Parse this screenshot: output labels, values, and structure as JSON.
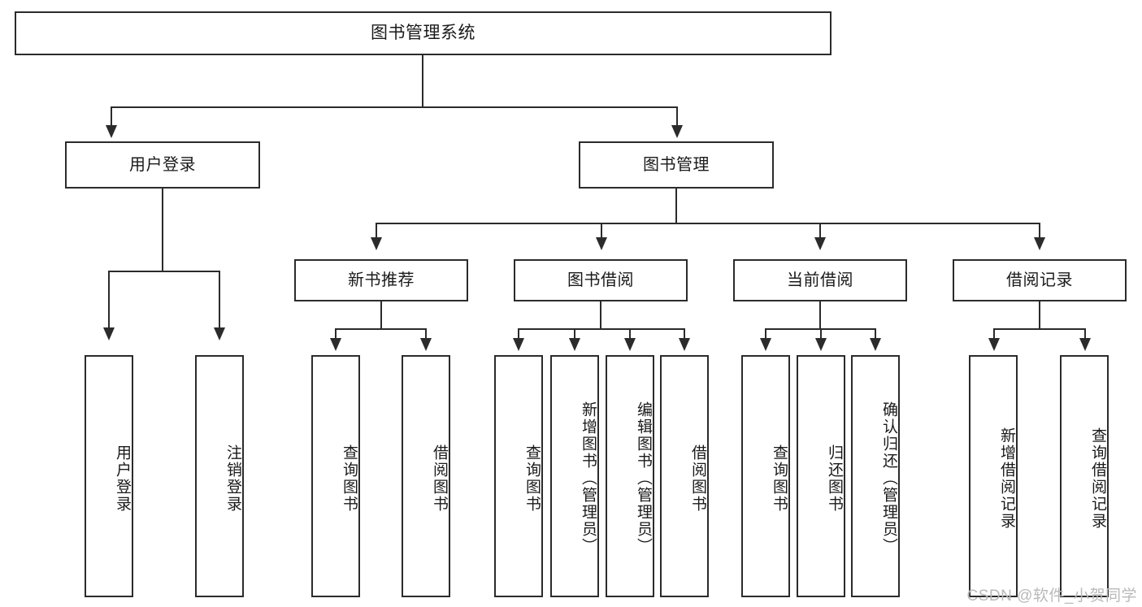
{
  "diagram": {
    "title": "图书管理系统",
    "type": "hierarchy-tree",
    "watermark": "CSDN @软件_小贺同学",
    "colors": {
      "stroke": "#2b2b2b",
      "fill": "#ffffff",
      "text": "#1a1a1a",
      "watermark": "#b9b9b9"
    },
    "root": {
      "label": "图书管理系统"
    },
    "level2": [
      {
        "label": "用户登录"
      },
      {
        "label": "图书管理"
      }
    ],
    "level3": [
      {
        "label": "新书推荐"
      },
      {
        "label": "图书借阅"
      },
      {
        "label": "当前借阅"
      },
      {
        "label": "借阅记录"
      }
    ],
    "leaves": [
      {
        "label": "用户登录",
        "parent": "用户登录"
      },
      {
        "label": "注销登录",
        "parent": "用户登录"
      },
      {
        "label": "查询图书",
        "parent": "新书推荐"
      },
      {
        "label": "借阅图书",
        "parent": "新书推荐"
      },
      {
        "label": "查询图书",
        "parent": "图书借阅"
      },
      {
        "label": "新增图书（管理员）",
        "parent": "图书借阅"
      },
      {
        "label": "编辑图书（管理员）",
        "parent": "图书借阅"
      },
      {
        "label": "借阅图书",
        "parent": "图书借阅"
      },
      {
        "label": "查询图书",
        "parent": "当前借阅"
      },
      {
        "label": "归还图书",
        "parent": "当前借阅"
      },
      {
        "label": "确认归还（管理员）",
        "parent": "当前借阅"
      },
      {
        "label": "新增借阅记录",
        "parent": "借阅记录"
      },
      {
        "label": "查询借阅记录",
        "parent": "借阅记录"
      }
    ]
  }
}
